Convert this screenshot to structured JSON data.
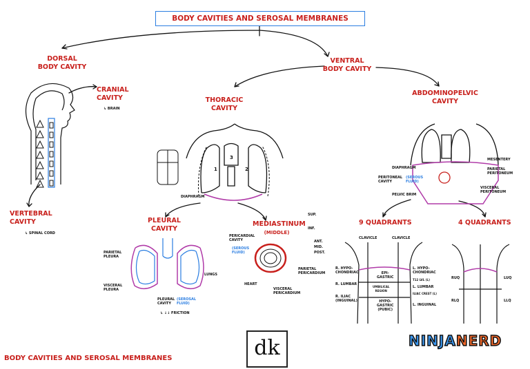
{
  "title": "BODY CAVITIES AND SEROSAL MEMBRANES",
  "footer": "BODY CAVITIES AND SEROSAL MEMBRANES",
  "logos": {
    "dk": "dk",
    "ninja_part1": "NINJA",
    "ninja_part2": "NERD"
  },
  "dorsal": {
    "heading_line1": "DORSAL",
    "heading_line2": "BODY CAVITY",
    "cranial_line1": "CRANIAL",
    "cranial_line2": "CAVITY",
    "cranial_sub": "↳ BRAIN",
    "vertebral_line1": "VERTEBRAL",
    "vertebral_line2": "CAVITY",
    "vertebral_sub": "↳ SPINAL CORD"
  },
  "ventral": {
    "heading_line1": "VENTRAL",
    "heading_line2": "BODY CAVITY"
  },
  "thoracic": {
    "heading_line1": "THORACIC",
    "heading_line2": "CAVITY",
    "diaphragm": "DIAPHRAGM",
    "num1": "1",
    "num2": "2",
    "num3": "3"
  },
  "pleural": {
    "heading_line1": "PLEURAL",
    "heading_line2": "CAVITY",
    "parietal_line1": "PARIETAL",
    "parietal_line2": "PLEURA",
    "visceral_line1": "VISCERAL",
    "visceral_line2": "PLEURA",
    "lungs": "LUNGS",
    "cavity_line1": "PLEURAL",
    "cavity_line2": "CAVITY",
    "fluid_line1": "(SEROSAL",
    "fluid_line2": "FLUID)",
    "friction": "↳ ↓↓ FRICTION"
  },
  "mediastinum": {
    "heading": "MEDIASTINUM",
    "sub": "(MIDDLE)",
    "sup": "SUP.",
    "inf": "INF.",
    "ant": "ANT.",
    "mid": "MID.",
    "post": "POST.",
    "pericardial_line1": "PERICARDIAL",
    "pericardial_line2": "CAVITY",
    "fluid_line1": "(SEROUS",
    "fluid_line2": "FLUID)",
    "heart": "HEART",
    "parietal_line1": "PARIETAL",
    "parietal_line2": "PERICARDIUM",
    "visceral_line1": "VISCERAL",
    "visceral_line2": "PERICARDIUM"
  },
  "abdominopelvic": {
    "heading_line1": "ABDOMINOPELVIC",
    "heading_line2": "CAVITY",
    "mesentery": "MESENTERY",
    "diaphragm": "DIAPHRAGM",
    "parietal_line1": "PARIETAL",
    "parietal_line2": "PERITONEUM",
    "peritoneal_line1": "PERITONEAL",
    "peritoneal_line2": "CAVITY",
    "fluid_line1": "(SEROUS",
    "fluid_line2": "FLUID)",
    "visceral_line1": "VISCERAL",
    "visceral_line2": "PERITONEUM",
    "pelvic_brim": "PELVIC BRIM"
  },
  "quadrants9": {
    "heading": "9 QUADRANTS",
    "clavicle_left": "CLAVICLE",
    "clavicle_right": "CLAVICLE",
    "r_hypo_line1": "R. HYPO-",
    "r_hypo_line2": "CHONDRIAC",
    "r_lumbar": "R. LUMBAR",
    "r_iliac_line1": "R. ILIAC",
    "r_iliac_line2": "(INGUINAL)",
    "epigastric_line1": "EPI-",
    "epigastric_line2": "GASTRIC",
    "umbilical_line1": "UMBILICAL",
    "umbilical_line2": "REGION",
    "hypogastric_line1": "HYPO-",
    "hypogastric_line2": "GASTRIC",
    "hypogastric_line3": "(PUBIC)",
    "l_hypo_line1": "L. HYPO-",
    "l_hypo_line2": "CHONDRIAC",
    "t12": "T12 LVL (L)",
    "l_lumbar": "L. LUMBAR",
    "asis": "ILIAC CREST (L)",
    "l_inguinal": "L. INGUINAL"
  },
  "quadrants4": {
    "heading": "4 QUADRANTS",
    "ruq": "RUQ",
    "luq": "LUQ",
    "rlq": "RLQ",
    "llq": "LLQ"
  },
  "colors": {
    "accent": "#c8201c",
    "blue": "#2a7de1",
    "purple": "#b03aa8"
  }
}
